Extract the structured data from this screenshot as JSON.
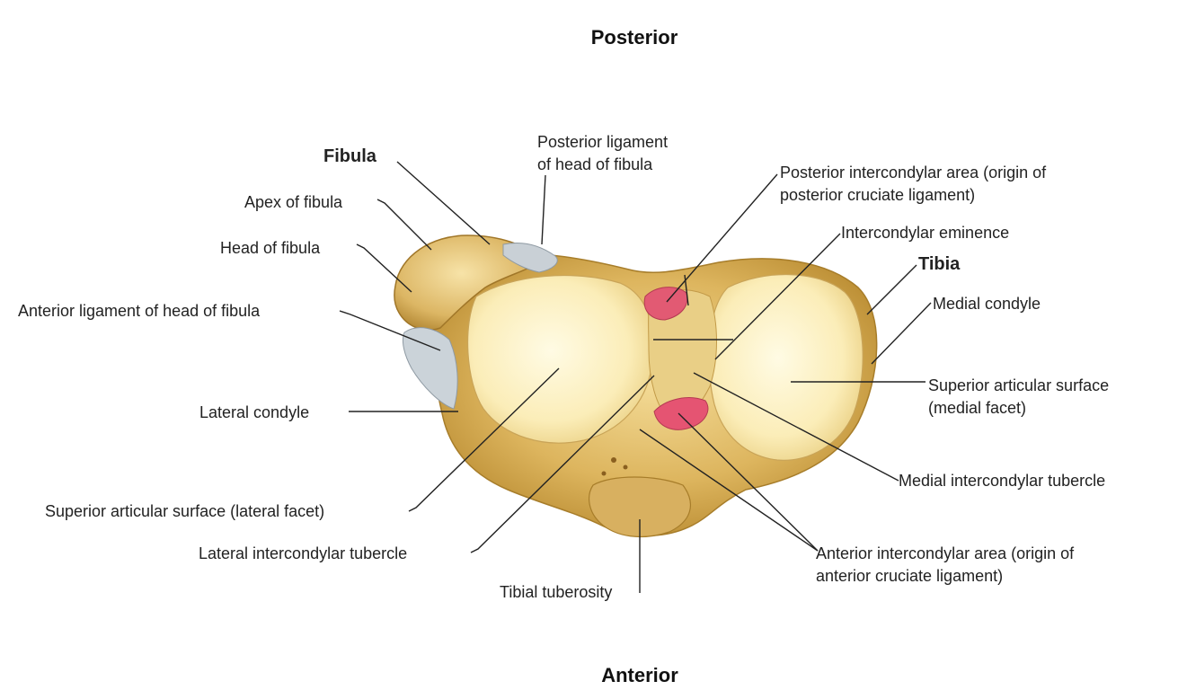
{
  "directions": {
    "top": "Posterior",
    "bottom": "Anterior"
  },
  "labels": {
    "fibula": "Fibula",
    "apex_of_fibula": "Apex of fibula",
    "head_of_fibula": "Head of fibula",
    "anterior_ligament": "Anterior ligament of head of fibula",
    "lateral_condyle": "Lateral condyle",
    "superior_articular_lateral": "Superior articular surface (lateral facet)",
    "lateral_intercondylar_tubercle": "Lateral intercondylar tubercle",
    "tibial_tuberosity": "Tibial tuberosity",
    "posterior_ligament_line1": "Posterior ligament",
    "posterior_ligament_line2": "of head of fibula",
    "posterior_intercondylar_line1": "Posterior intercondylar area (origin of",
    "posterior_intercondylar_line2": "posterior cruciate ligament)",
    "intercondylar_eminence": "Intercondylar eminence",
    "tibia": "Tibia",
    "medial_condyle": "Medial condyle",
    "superior_articular_medial_line1": "Superior articular surface",
    "superior_articular_medial_line2": "(medial facet)",
    "medial_intercondylar_tubercle": "Medial intercondylar tubercle",
    "anterior_intercondylar_line1": "Anterior intercondylar area (origin of",
    "anterior_intercondylar_line2": "anterior cruciate ligament)"
  },
  "colors": {
    "bone_outer": "#c99b3c",
    "bone_mid": "#e7c676",
    "facet": "#fcf2c4",
    "ligament": "#c8cfd4",
    "cruciate_area": "#e0506a",
    "leader": "#222222"
  }
}
